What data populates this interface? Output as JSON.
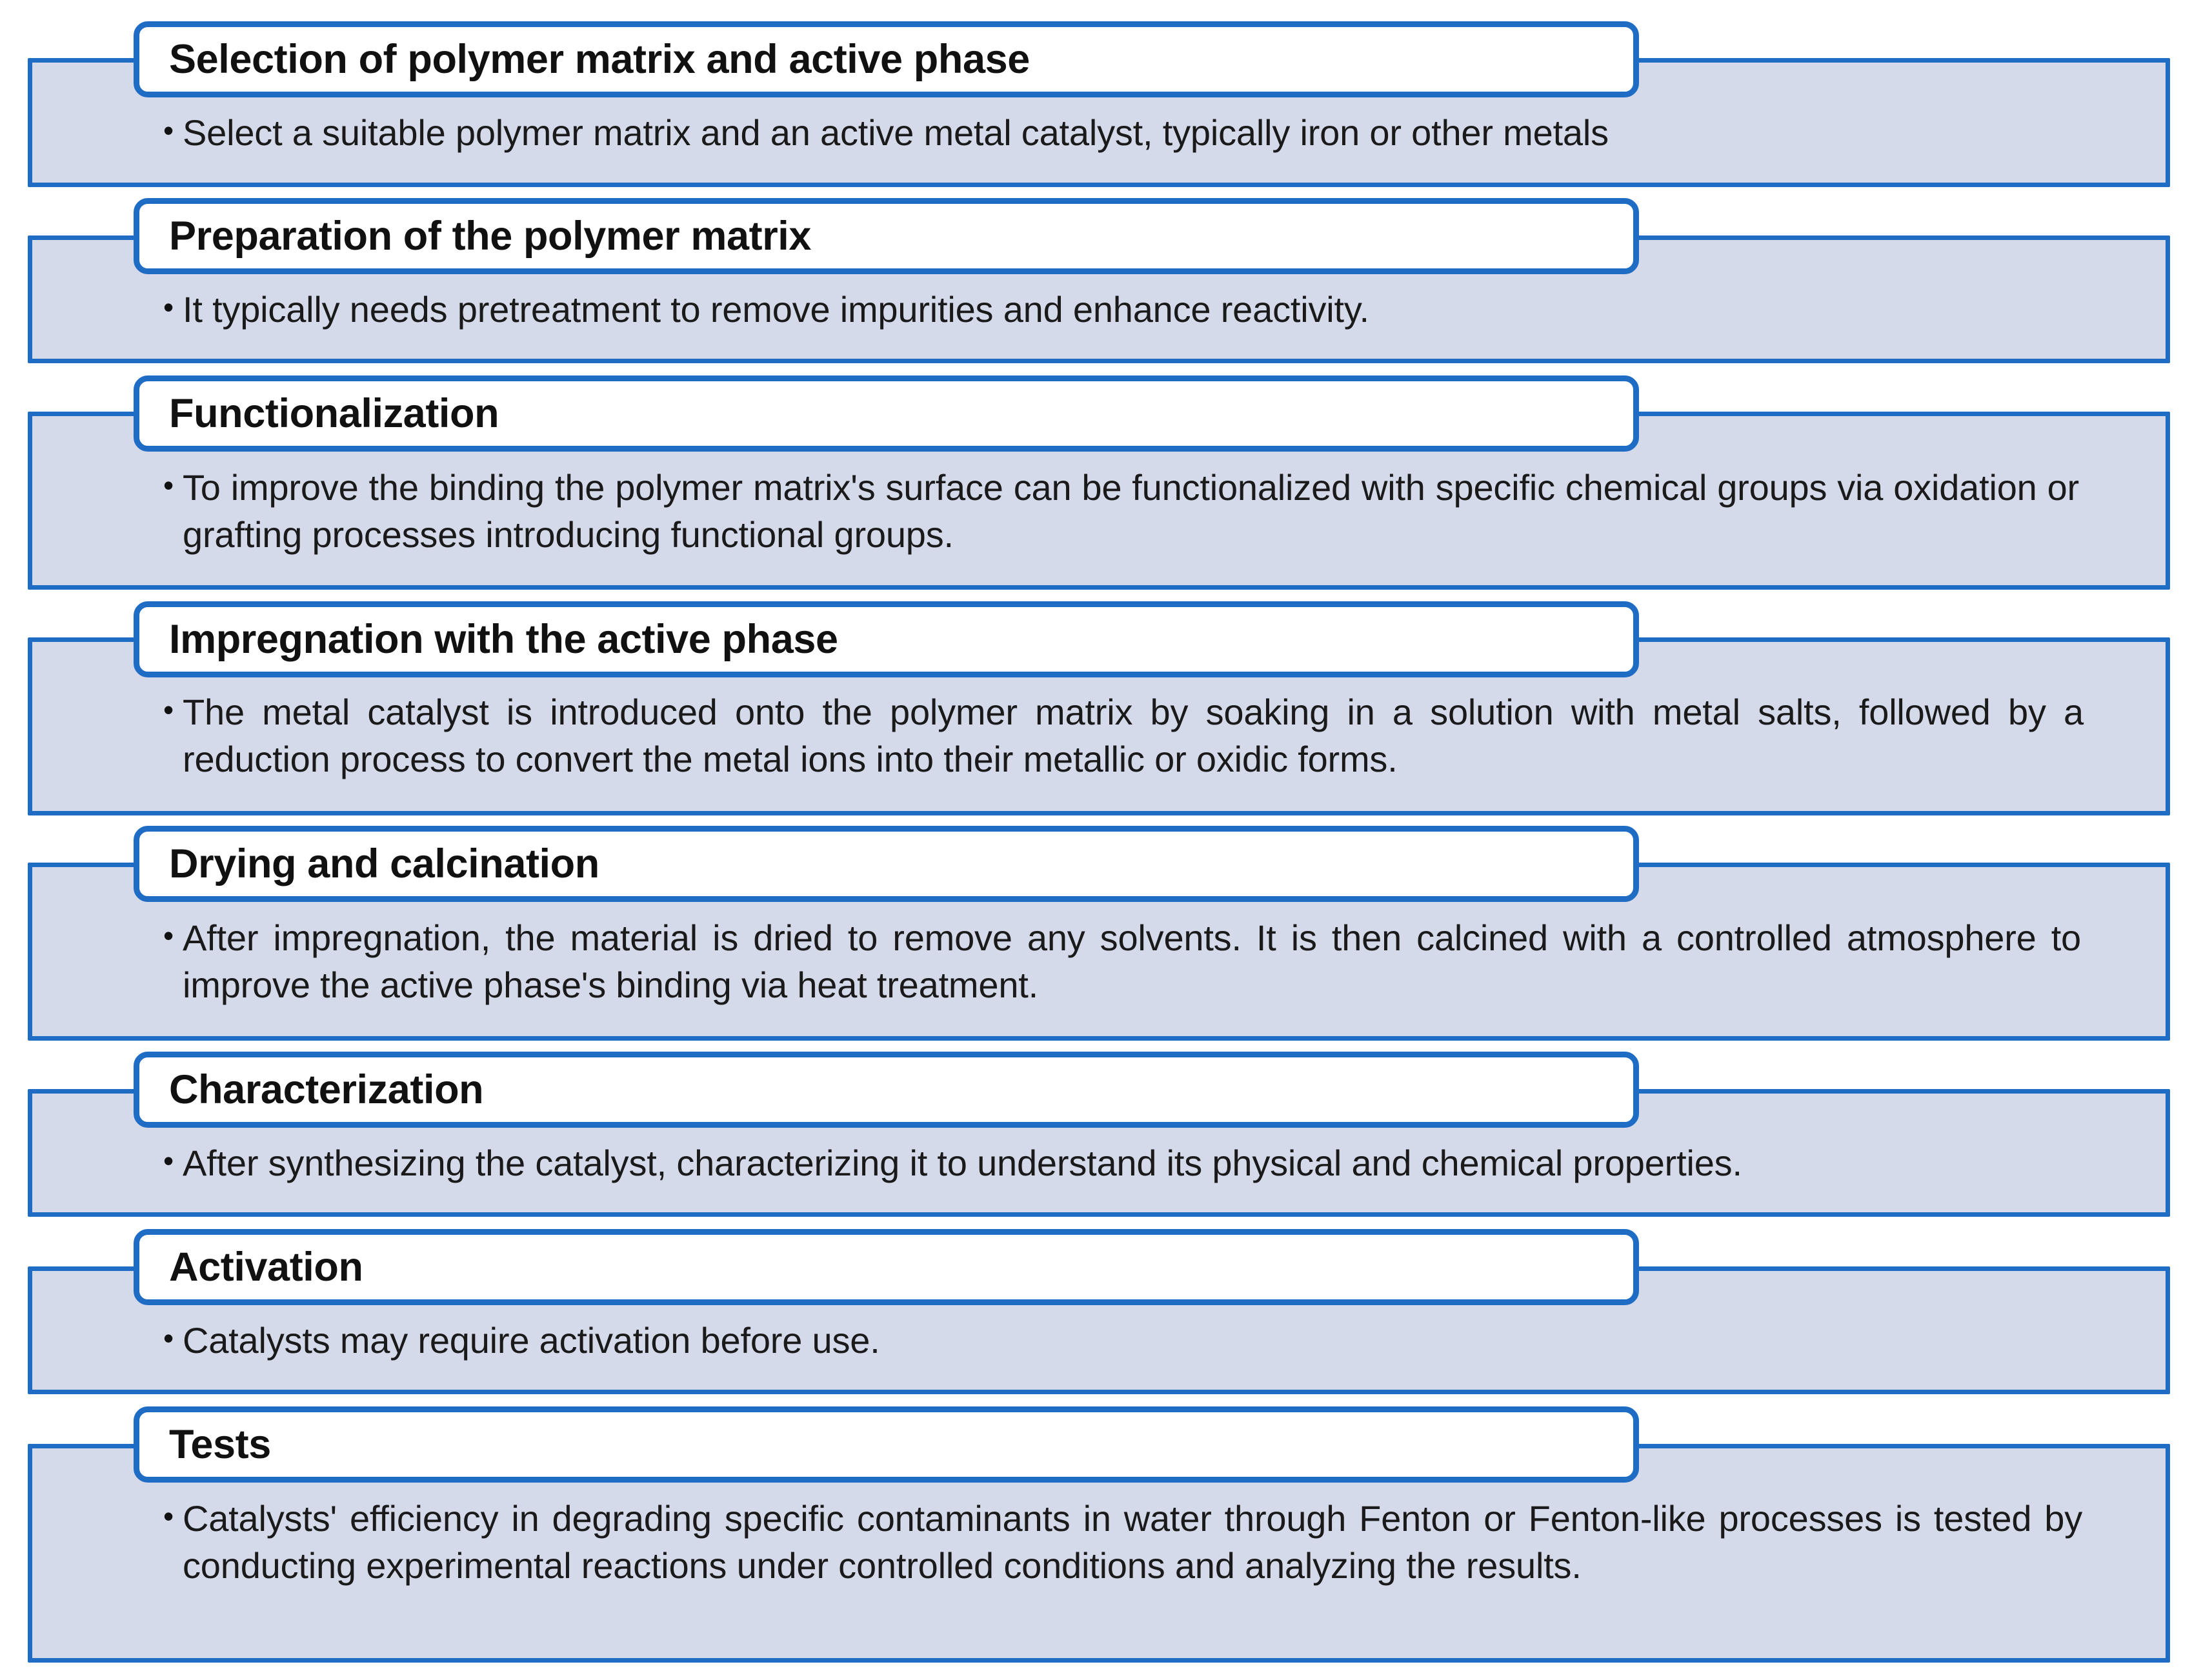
{
  "diagram": {
    "type": "vertical-process-block-list",
    "title_text_color": "#111111",
    "accent_color": "#1f6cc4",
    "panel_fill_color": "#d4daea",
    "header_fill_color": "#ffffff",
    "bullet_glyph": "•",
    "steps": [
      {
        "index": 1,
        "title": "Selection of polymer matrix and active phase",
        "bullets": [
          "Select a suitable polymer matrix and an active metal catalyst, typically iron or other metals"
        ]
      },
      {
        "index": 2,
        "title": "Preparation of the polymer matrix",
        "bullets": [
          "It typically needs pretreatment to remove impurities and enhance reactivity."
        ]
      },
      {
        "index": 3,
        "title": "Functionalization",
        "bullets": [
          "To improve the binding the polymer matrix's surface can be functionalized with specific chemical groups via oxidation or grafting processes introducing functional groups."
        ]
      },
      {
        "index": 4,
        "title": "Impregnation with the active phase",
        "bullets": [
          "The metal catalyst is introduced onto the polymer matrix by soaking in a solution with metal salts, followed by a reduction process to convert the metal ions into their metallic or oxidic forms."
        ]
      },
      {
        "index": 5,
        "title": "Drying and calcination",
        "bullets": [
          "After impregnation, the material is dried to remove any solvents. It is then calcined with a controlled atmosphere to improve the active phase's binding via heat treatment."
        ]
      },
      {
        "index": 6,
        "title": "Characterization",
        "bullets": [
          "After synthesizing the catalyst, characterizing it to understand its physical and chemical properties."
        ]
      },
      {
        "index": 7,
        "title": "Activation",
        "bullets": [
          "Catalysts may require activation before use."
        ]
      },
      {
        "index": 8,
        "title": "Tests",
        "bullets": [
          "Catalysts' efficiency in degrading specific contaminants in water through Fenton or Fenton-like processes is tested by conducting experimental reactions under controlled conditions and analyzing the results."
        ]
      }
    ]
  }
}
